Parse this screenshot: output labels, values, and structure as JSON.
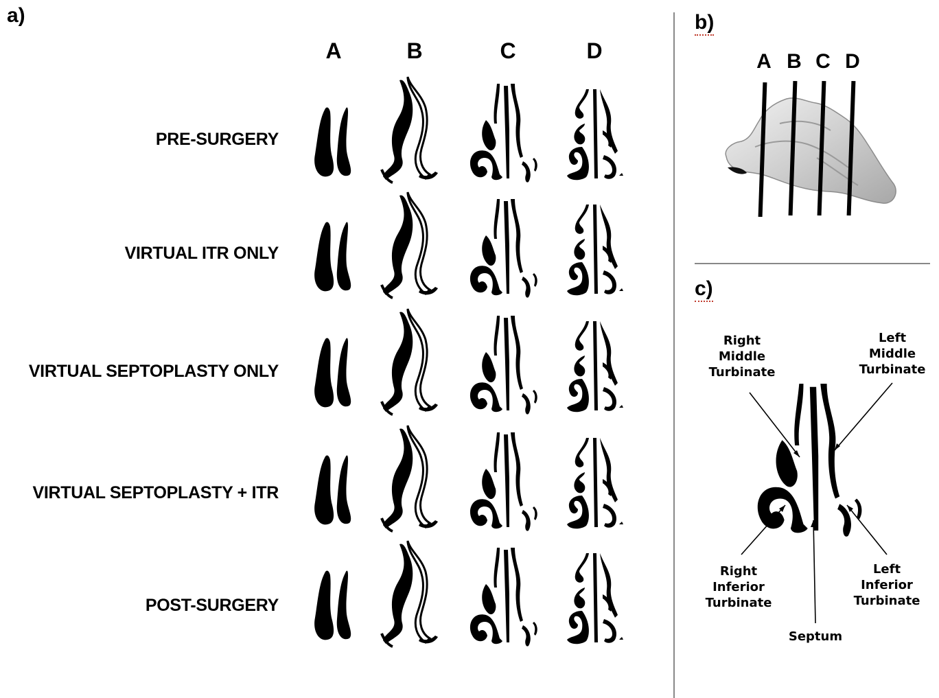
{
  "panels": {
    "a": "a)",
    "b": "b)",
    "c": "c)"
  },
  "panel_a": {
    "columns": [
      "A",
      "B",
      "C",
      "D"
    ],
    "rows": [
      "PRE-SURGERY",
      "VIRTUAL ITR ONLY",
      "VIRTUAL SEPTOPLASTY ONLY",
      "VIRTUAL SEPTOPLASTY + ITR",
      "POST-SURGERY"
    ]
  },
  "panel_b": {
    "planes": [
      "A",
      "B",
      "C",
      "D"
    ]
  },
  "panel_c": {
    "right_middle": "Right Middle Turbinate",
    "left_middle": "Left Middle Turbinate",
    "right_inferior": "Right Inferior Turbinate",
    "left_inferior": "Left Inferior Turbinate",
    "septum": "Septum"
  },
  "colors": {
    "ink": "#000000",
    "divider": "#888888",
    "model": "#d9d9d9"
  }
}
